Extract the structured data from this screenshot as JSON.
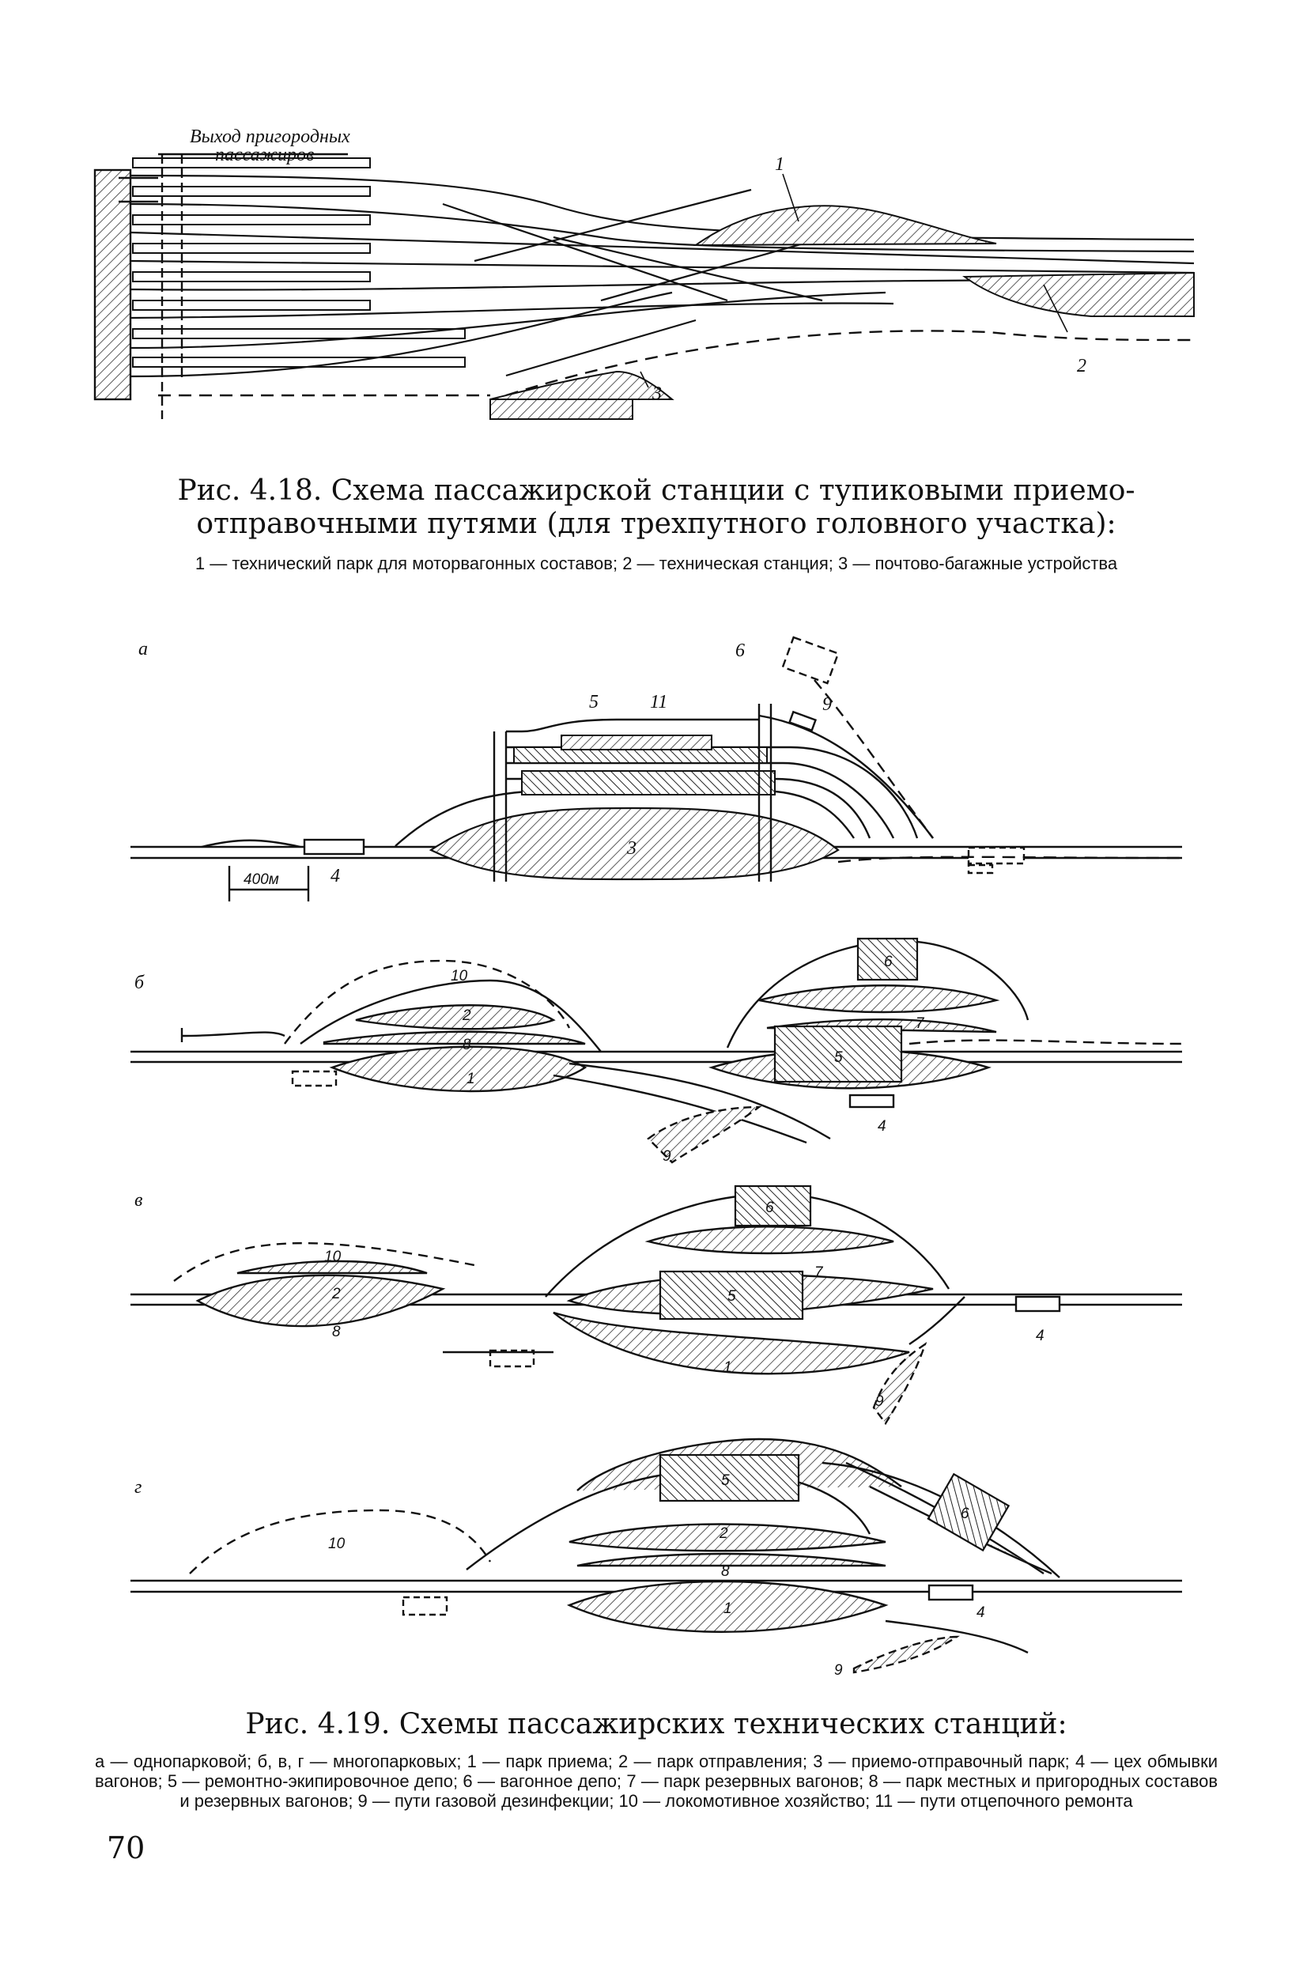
{
  "fig418": {
    "exit_label_line1": "Выход пригородных",
    "exit_label_line2": "пассажиров",
    "callouts": [
      "1",
      "2",
      "3"
    ],
    "caption": "Рис. 4.18. Схема пассажирской станции с тупиковыми приемо-отправочными путями (для трехпутного головного участка):",
    "legend": "1 — технический парк для моторвагонных составов; 2 — техническая станция; 3 — почтово-багажные устройства"
  },
  "fig419": {
    "panels": {
      "a": {
        "letter": "а",
        "labels": [
          "5",
          "11",
          "6",
          "9",
          "3",
          "4"
        ],
        "distance_label": "400м"
      },
      "b": {
        "letter": "б",
        "labels": [
          "10",
          "2",
          "8",
          "1",
          "6",
          "7",
          "5",
          "4",
          "9"
        ]
      },
      "c": {
        "letter": "в",
        "labels": [
          "10",
          "2",
          "8",
          "6",
          "7",
          "5",
          "1",
          "4",
          "9"
        ]
      },
      "d": {
        "letter": "г",
        "labels": [
          "5",
          "6",
          "10",
          "2",
          "8",
          "1",
          "4",
          "9"
        ]
      }
    },
    "caption": "Рис. 4.19. Схемы пассажирских технических станций:",
    "legend": "а — однопарковой; б, в, г — многопарковых; 1 — парк приема; 2 — парк отправления; 3 — приемо-отправочный парк; 4 — цех обмывки вагонов; 5 — ремонтно-экипировочное депо; 6 — вагонное депо; 7 — парк резервных вагонов; 8 — парк местных и пригородных составов и резервных вагонов; 9 — пути газовой дезинфекции; 10 — локомотивное хозяйство; 11 — пути отцепочного ремонта"
  },
  "page_number": "70"
}
